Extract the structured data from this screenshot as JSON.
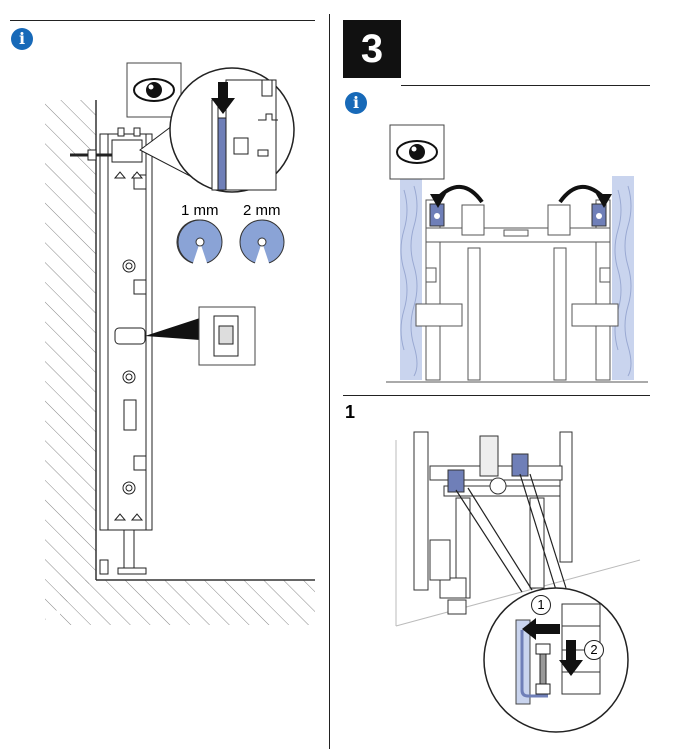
{
  "left_panel": {
    "info_icon": "i",
    "eye_icon": "eye-icon",
    "shim_labels": [
      "1 mm",
      "2 mm"
    ]
  },
  "right_panel": {
    "step_number": "3",
    "info_icon": "i",
    "eye_icon": "eye-icon",
    "substep_label": "1",
    "callouts": [
      "1",
      "2"
    ]
  },
  "colors": {
    "info_blue": "#1769b8",
    "shim_blue": "#8aa3d6",
    "wall_blue": "#c9d4ee",
    "bracket_blue": "#6f7fb8"
  }
}
